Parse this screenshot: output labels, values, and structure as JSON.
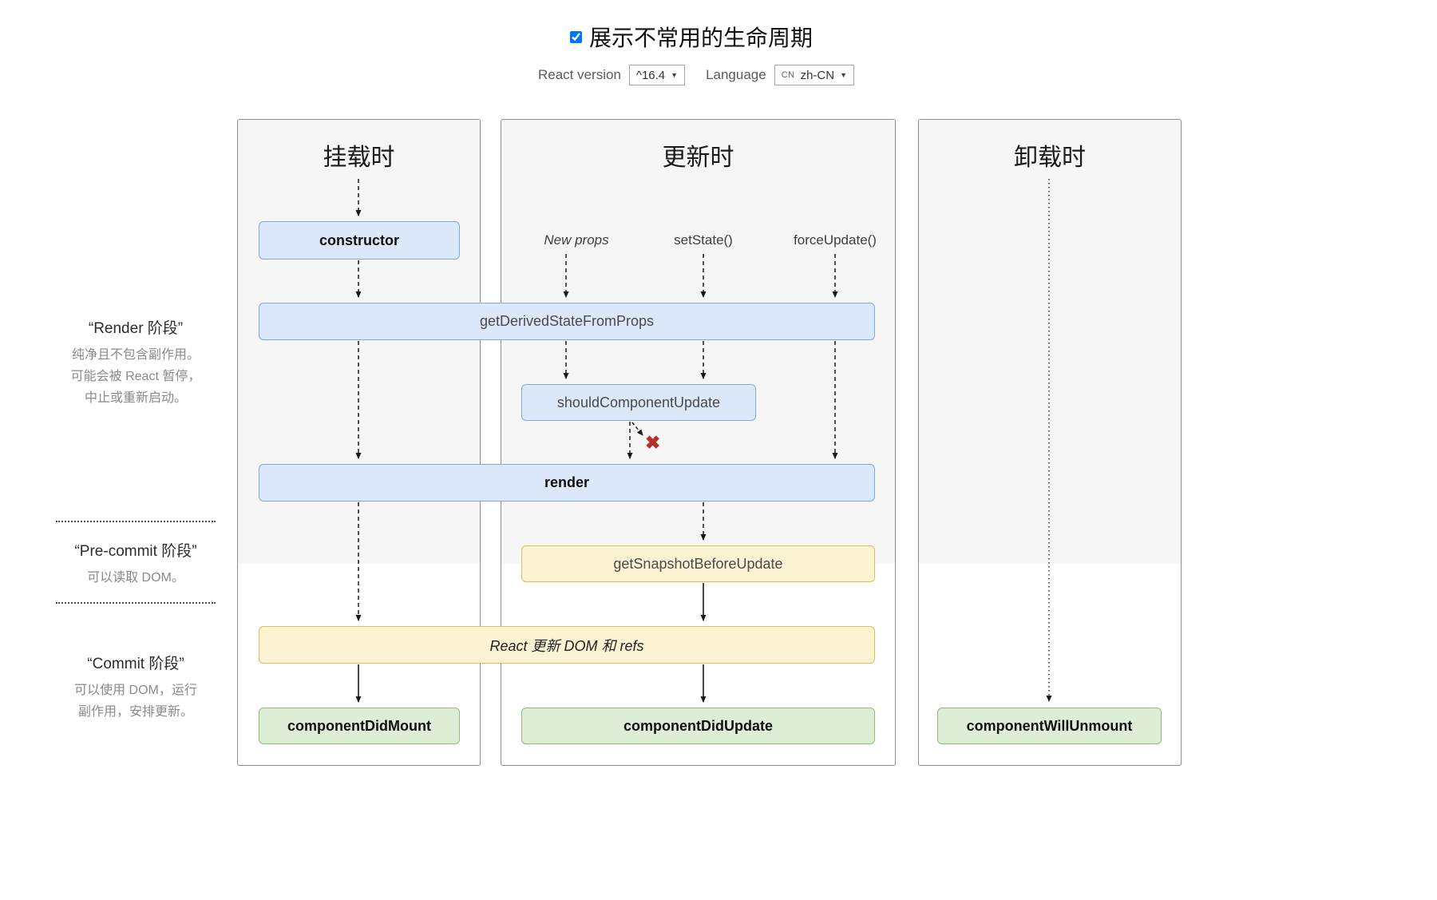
{
  "header": {
    "toggle_checked_attr": "checked",
    "toggle_label": "展示不常用的生命周期",
    "react_version_label": "React version",
    "react_version_value": "^16.4",
    "language_label": "Language",
    "language_badge": "CN",
    "language_value": "zh-CN",
    "dropdown_arrow": "▼"
  },
  "columns": {
    "mounting": {
      "title": "挂载时"
    },
    "updating": {
      "title": "更新时",
      "triggers": [
        "New props",
        "setState()",
        "forceUpdate()"
      ]
    },
    "unmounting": {
      "title": "卸载时"
    }
  },
  "phases": {
    "render": {
      "title": "“Render 阶段”",
      "desc": [
        "纯净且不包含副作用。",
        "可能会被 React 暂停，",
        "中止或重新启动。"
      ]
    },
    "pre_commit": {
      "title": "“Pre-commit 阶段”",
      "desc": [
        "可以读取 DOM。"
      ]
    },
    "commit": {
      "title": "“Commit 阶段”",
      "desc": [
        "可以使用 DOM，运行",
        "副作用，安排更新。"
      ]
    }
  },
  "methods": {
    "constructor": "constructor",
    "get_derived_state_from_props": "getDerivedStateFromProps",
    "should_component_update": "shouldComponentUpdate",
    "render": "render",
    "get_snapshot_before_update": "getSnapshotBeforeUpdate",
    "react_updates_dom": "React 更新 DOM 和 refs",
    "component_did_mount": "componentDidMount",
    "component_did_update": "componentDidUpdate",
    "component_will_unmount": "componentWillUnmount"
  },
  "icons": {
    "cancel": "✖"
  },
  "colors": {
    "blue_fill": "#dbe8fa",
    "blue_border": "#7fa8d9",
    "yellow_fill": "#fcf3d3",
    "yellow_border": "#dcbd60",
    "green_fill": "#deedd5",
    "green_border": "#92ba78",
    "panel_fill": "#f6f6f6",
    "cancel_red": "#b2332a"
  }
}
